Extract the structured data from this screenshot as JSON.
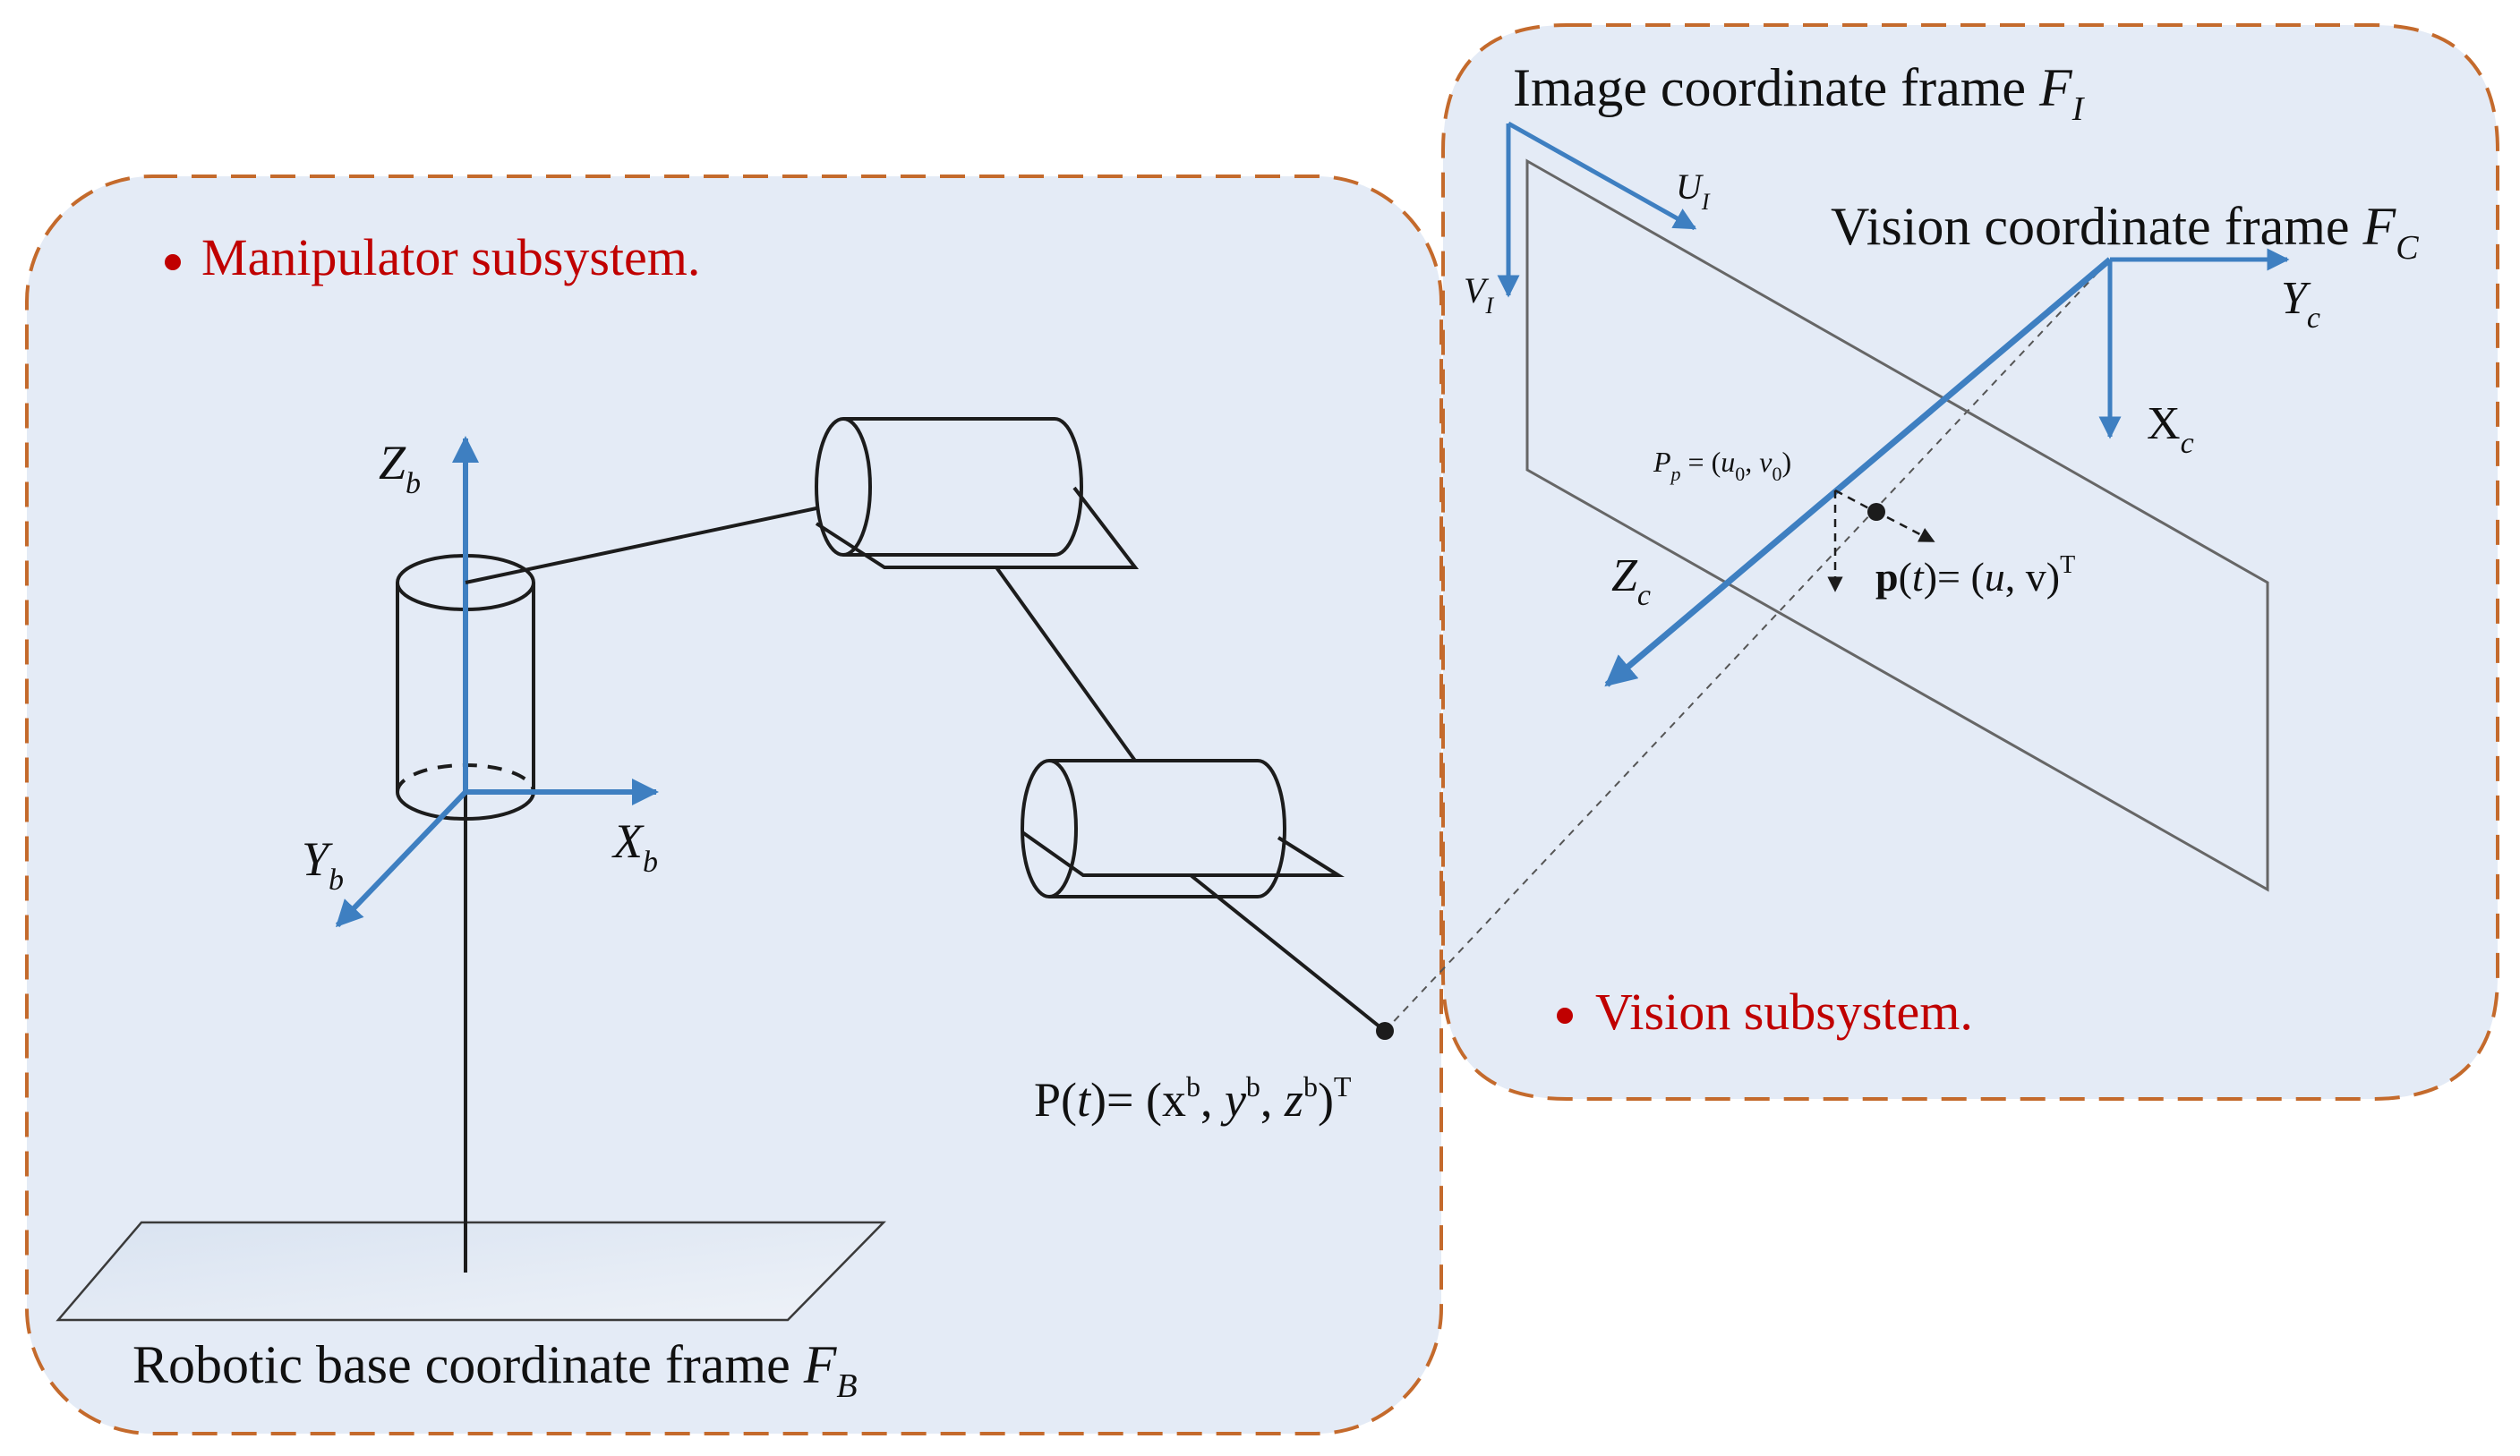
{
  "colors": {
    "panel_fill": "#e4ebf6",
    "panel_border": "#c46a2c",
    "axis_blue": "#3e7fc1",
    "label_red": "#c00000",
    "line_dark": "#1c1c1c"
  },
  "manipulator": {
    "title": "Manipulator subsystem.",
    "base_frame": {
      "text": "Robotic base coordinate frame ",
      "symbol": "F",
      "sub": "B"
    },
    "axes": {
      "z": {
        "symbol": "Z",
        "sub": "b"
      },
      "x": {
        "symbol": "X",
        "sub": "b"
      },
      "y": {
        "symbol": "Y",
        "sub": "b"
      }
    },
    "point": {
      "p1": "P(",
      "t": "t",
      "p2": ")= (x",
      "sup1": "b",
      "p3": ", ",
      "y": "y",
      "sup2": "b",
      "p4": ", ",
      "z": "z",
      "sup3": "b",
      "p5": ")",
      "sup4": "T"
    }
  },
  "vision": {
    "title": "Vision subsystem.",
    "image_frame": {
      "text": "Image coordinate frame ",
      "symbol": "F",
      "sub": "I"
    },
    "vision_frame": {
      "text": "Vision coordinate frame ",
      "symbol": "F",
      "sub": "C"
    },
    "axes": {
      "u": {
        "symbol": "U",
        "sub": "I"
      },
      "v": {
        "symbol": "V",
        "sub": "I"
      },
      "yc": {
        "symbol": "Y",
        "sub": "c"
      },
      "xc": {
        "symbol": "X",
        "sub": "c"
      },
      "zc": {
        "symbol": "Z",
        "sub": "c"
      }
    },
    "principal_point": {
      "p": "P",
      "psub": "p",
      "eq": " = (",
      "u": "u",
      "usub": "0",
      "comma": ", ",
      "v": "v",
      "vsub": "0",
      "close": ")"
    },
    "projected_point": {
      "bold": "p",
      "p1": "(",
      "t": "t",
      "p2": ")= (",
      "u": "u",
      "p3": ", v)",
      "sup": "T"
    }
  }
}
